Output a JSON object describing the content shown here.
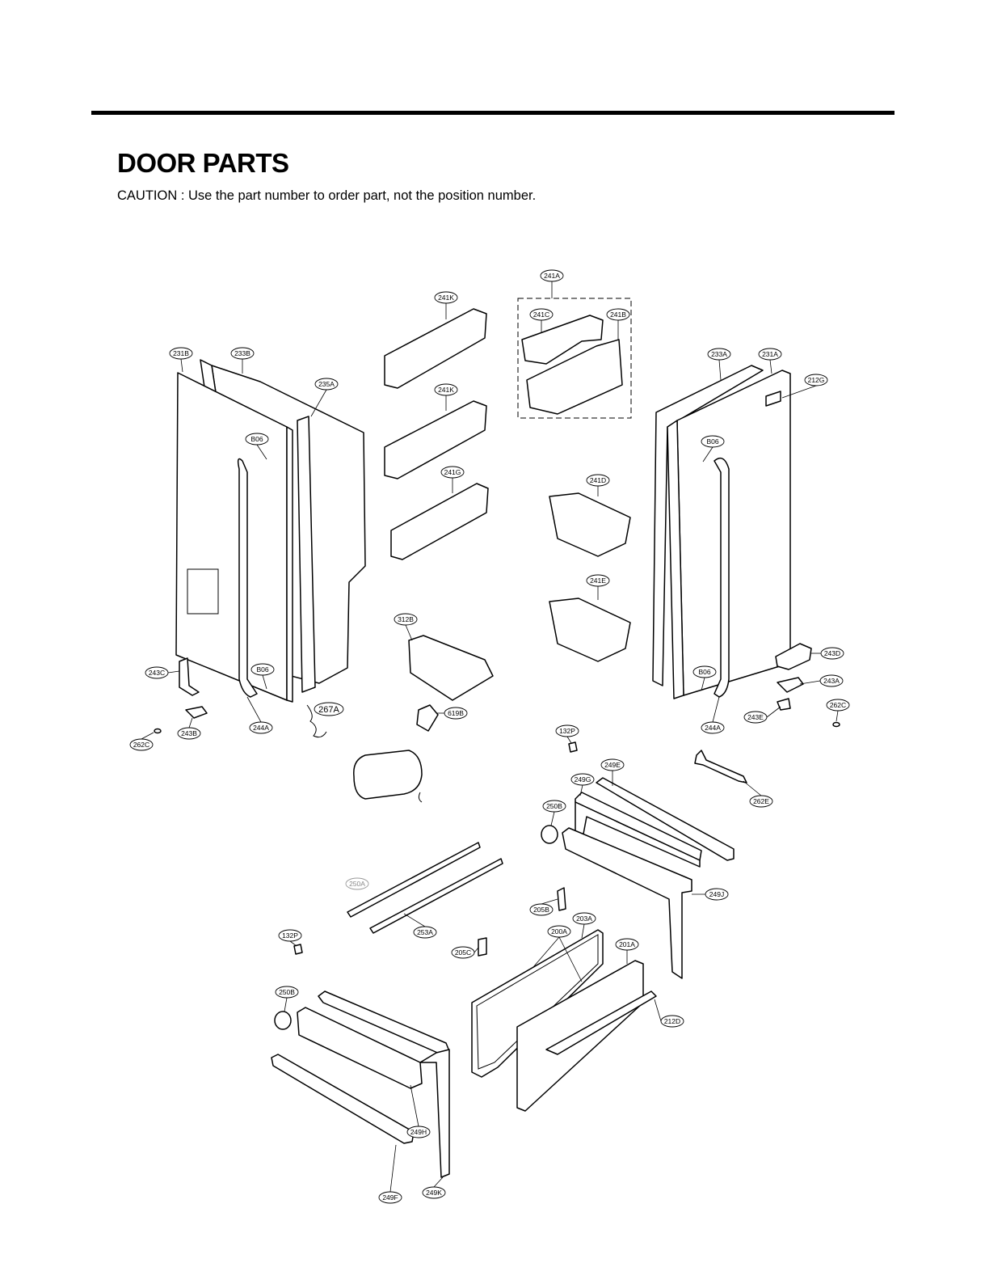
{
  "header": {
    "title": "DOOR PARTS",
    "caution": "CAUTION : Use the part number to order part, not the position number."
  },
  "callouts": [
    "241A",
    "241K",
    "241C",
    "241B",
    "231B",
    "233B",
    "235A",
    "233A",
    "231A",
    "212G",
    "241K",
    "B06",
    "B06",
    "241G",
    "241D",
    "241E",
    "312B",
    "243D",
    "243C",
    "B06",
    "B06",
    "243A",
    "267A",
    "262C",
    "619B",
    "243E",
    "244A",
    "244A",
    "243B",
    "262C",
    "132P",
    "249E",
    "249G",
    "262E",
    "250B",
    "250A",
    "249J",
    "205B",
    "203A",
    "253A",
    "132P",
    "200A",
    "201A",
    "205C",
    "250B",
    "212D",
    "249H",
    "249K",
    "249F"
  ]
}
